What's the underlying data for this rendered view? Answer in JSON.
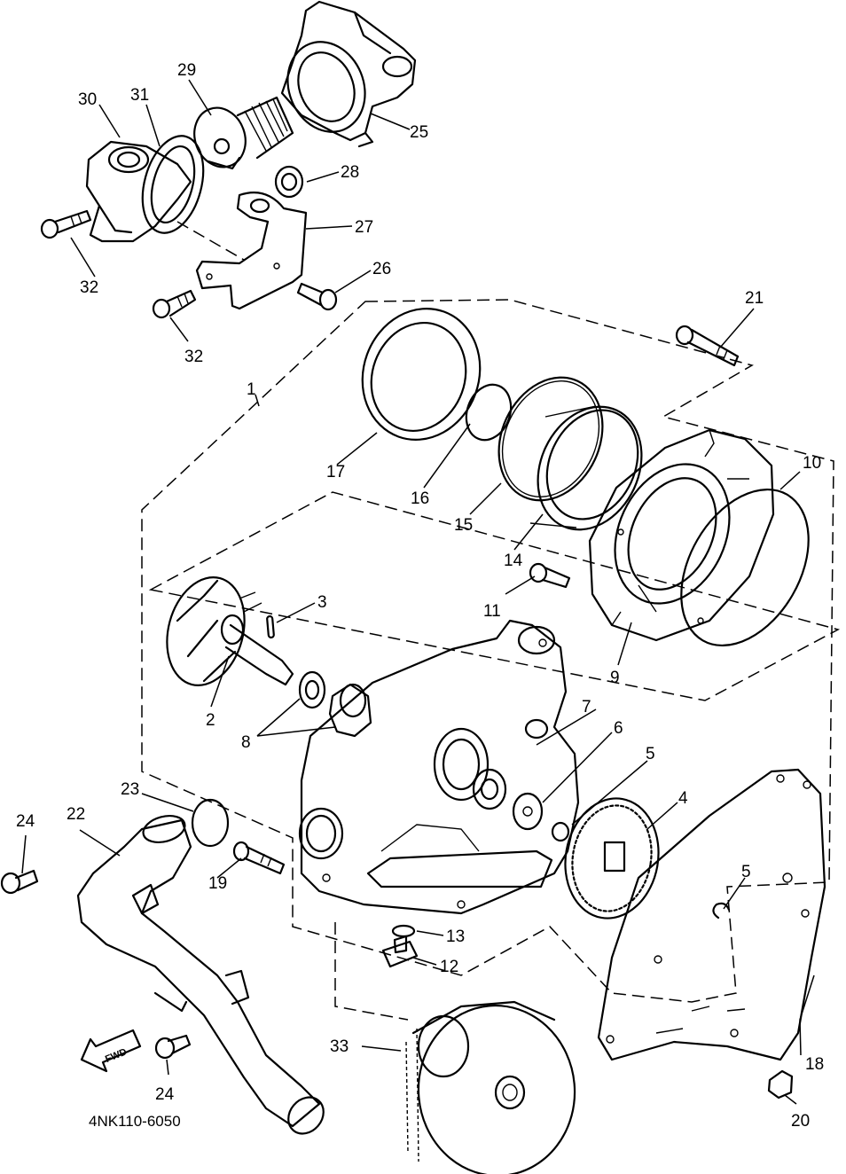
{
  "diagram": {
    "part_code": "4NK110-6050",
    "fwd_label": "FWD",
    "callouts": {
      "p1": "1",
      "p2": "2",
      "p3": "3",
      "p4": "4",
      "p5a": "5",
      "p5b": "5",
      "p6": "6",
      "p7": "7",
      "p8": "8",
      "p9": "9",
      "p10": "10",
      "p11": "11",
      "p12": "12",
      "p13": "13",
      "p14": "14",
      "p15": "15",
      "p16": "16",
      "p17": "17",
      "p18": "18",
      "p19": "19",
      "p20": "20",
      "p21": "21",
      "p22": "22",
      "p23": "23",
      "p24a": "24",
      "p24b": "24",
      "p25": "25",
      "p26": "26",
      "p27": "27",
      "p28": "28",
      "p29": "29",
      "p30": "30",
      "p31": "31",
      "p32a": "32",
      "p32b": "32",
      "p33": "33"
    }
  }
}
